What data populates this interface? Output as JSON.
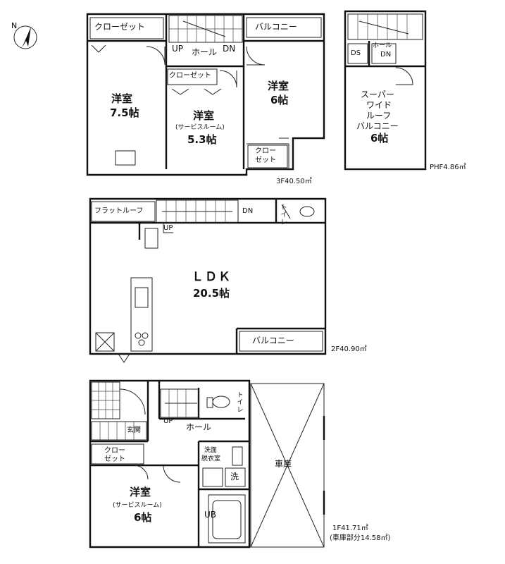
{
  "floor3": {
    "closet_a": "クローゼット",
    "balcony": "バルコニー",
    "up": "UP",
    "hall": "ホール",
    "dn": "DN",
    "room1_name": "洋室",
    "room1_size": "7.5帖",
    "room2_closet": "クローゼット",
    "room2_name": "洋室",
    "room2_note": "(サービスルーム)",
    "room2_size": "5.3帖",
    "room3_name": "洋室",
    "room3_size": "6帖",
    "closet_b_1": "クロー",
    "closet_b_2": "ゼット",
    "area": "3F40.50㎡"
  },
  "ph": {
    "ds": "DS",
    "hall": "ホール",
    "dn": "DN",
    "roof_1": "スーパー",
    "roof_2": "ワイド",
    "roof_3": "ルーフ",
    "roof_4": "バルコニー",
    "roof_5": "6帖",
    "area": "PHF4.86㎡"
  },
  "floor2": {
    "flat_roof": "フラットルーフ",
    "dn": "DN",
    "toilet": "トイレ",
    "up": "UP",
    "ldk": "ＬＤＫ",
    "ldk_size": "20.5帖",
    "balcony": "バルコニー",
    "area": "2F40.90㎡"
  },
  "floor1": {
    "entrance": "玄関",
    "toilet": "トイレ",
    "up": "UP",
    "hall": "ホール",
    "closet_1": "クロー",
    "closet_2": "ゼット",
    "wash_1": "洗面",
    "wash_2": "脱衣室",
    "washer": "洗",
    "garage": "車庫",
    "room_name": "洋室",
    "room_note": "(サービスルーム)",
    "room_size": "6帖",
    "ub": "UB",
    "area": "1F41.71㎡",
    "garage_area": "(車庫部分14.58㎡)"
  },
  "icons": {
    "compass": "north-arrow-icon"
  }
}
